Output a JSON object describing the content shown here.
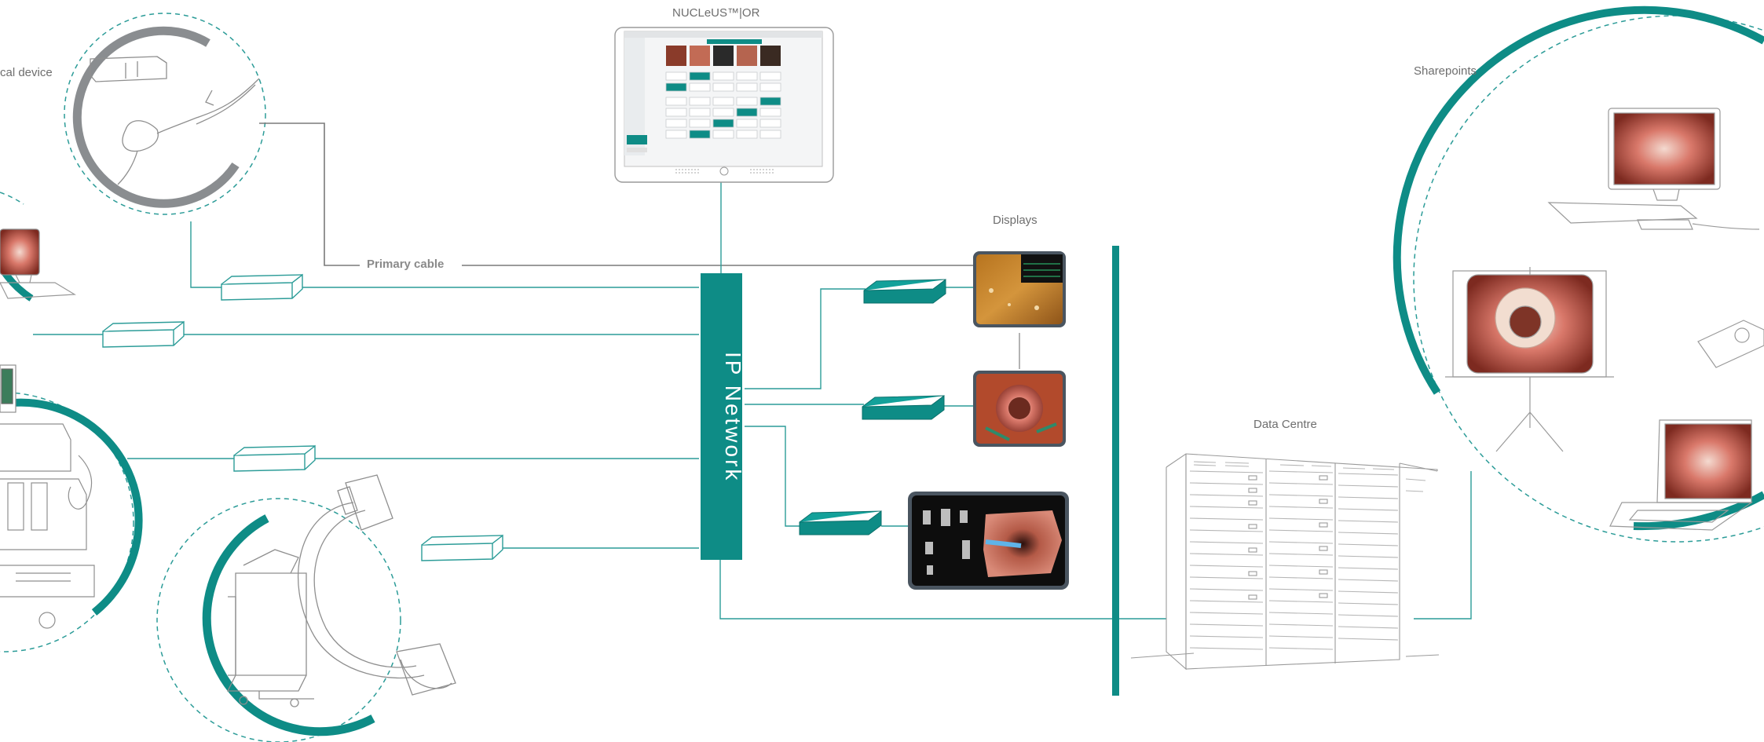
{
  "labels": {
    "nucleus": "NUCLeUS™|OR",
    "medical_device": "cal device",
    "displays": "Displays",
    "sharepoints": "Sharepoints",
    "data_centre": "Data Centre",
    "primary_cable": "Primary cable",
    "ip_network": "IP Network"
  },
  "colors": {
    "teal": "#0e8c86",
    "teal_line": "#2c9c98",
    "grey_arc": "#8a8d90",
    "grey_line": "#7a7a7a",
    "sketch": "#9a9a9a"
  },
  "icons": {
    "medical_device": "medical-device-icon",
    "endoscope_cart": "endoscopy-cart-icon",
    "c_arm": "c-arm-icon",
    "server": "server-rack-icon"
  }
}
